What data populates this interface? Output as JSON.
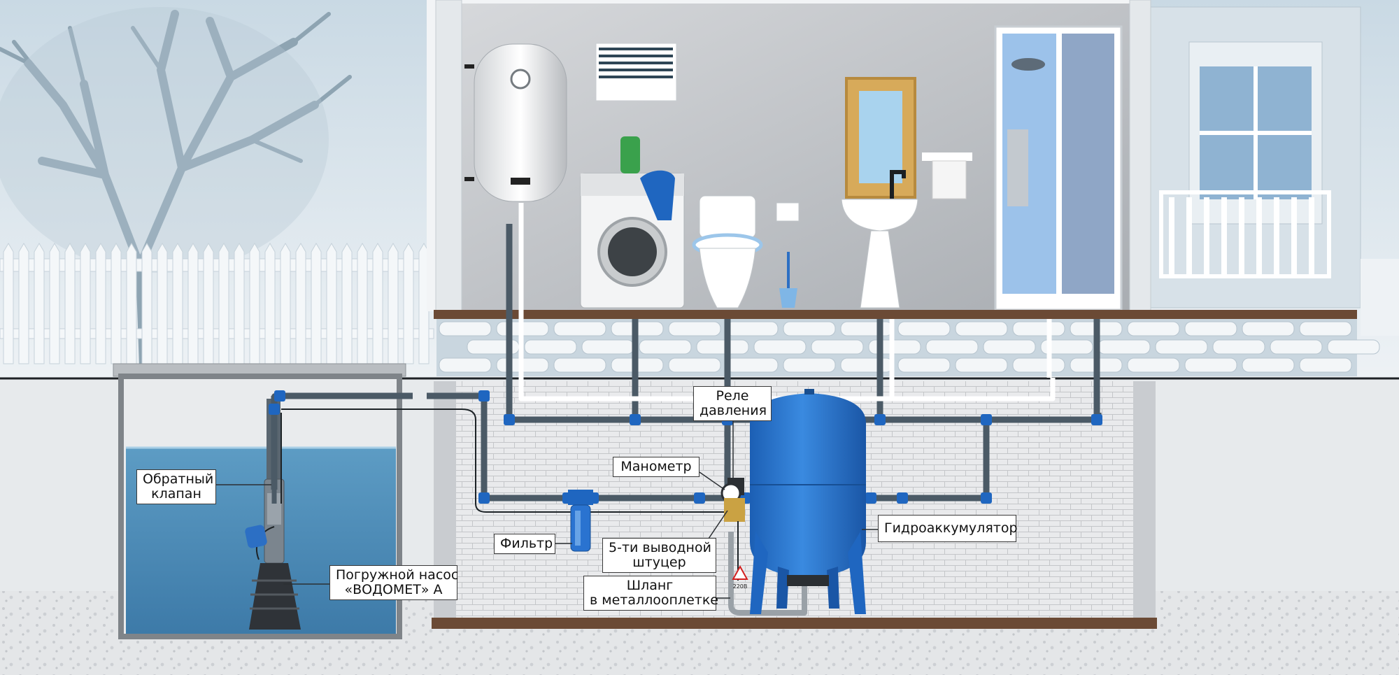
{
  "labels": {
    "check_valve": [
      "Обратный",
      "клапан"
    ],
    "pump": [
      "Погружной насос",
      "«ВОДОМЕТ» А"
    ],
    "pressure_relay": [
      "Реле",
      "давления"
    ],
    "manometer": "Манометр",
    "filter": "Фильтр",
    "fitting": [
      "5-ти выводной",
      "штуцер"
    ],
    "hose": [
      "Шланг",
      "в металлооплетке"
    ],
    "accumulator": "Гидроаккумулятор"
  },
  "warning_sign": "220В",
  "colors": {
    "sky": "#dfe7ec",
    "ground": "#e6e8ea",
    "water": "#4f8fb8",
    "pipe": "#4b5a66",
    "fitting_blue": "#1f66c0",
    "tank_blue": "#2a73d0",
    "room_wall": "#b9bcc0",
    "floor_beam": "#6b4a35"
  }
}
